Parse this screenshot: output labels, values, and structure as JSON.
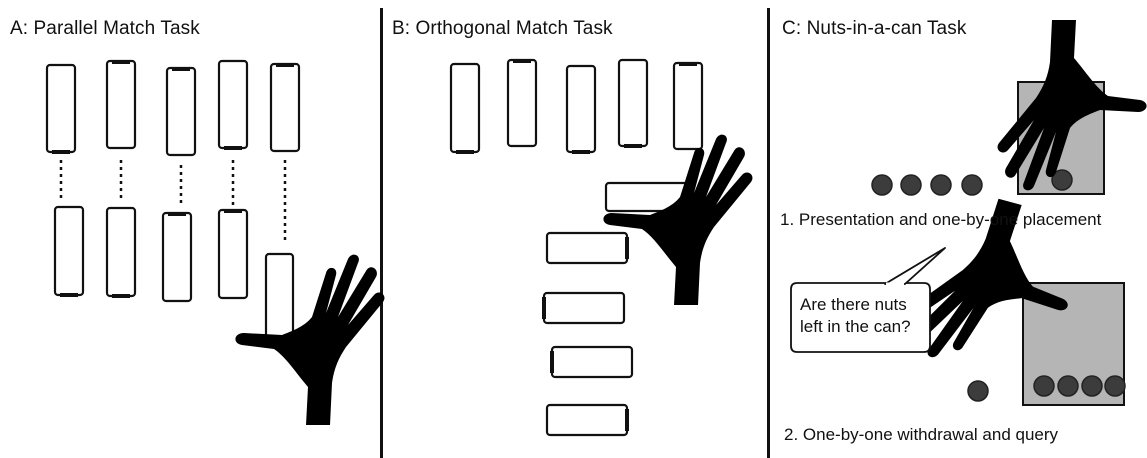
{
  "panels": [
    {
      "title": "A: Parallel Match Task"
    },
    {
      "title": "B: Orthogonal Match Task"
    },
    {
      "title": "C: Nuts-in-a-can Task"
    }
  ],
  "nuts_task": {
    "step1_label": "1. Presentation and one-by-one placement",
    "step2_label": "2. One-by-one withdrawal and query",
    "speech_bubble": {
      "line1": "Are there nuts",
      "line2": "left in the can?"
    }
  },
  "colors": {
    "stroke": "#111111",
    "can_fill": "#b5b5b5",
    "nut_fill": "#3c3c3c",
    "hand_fill": "#000000"
  }
}
